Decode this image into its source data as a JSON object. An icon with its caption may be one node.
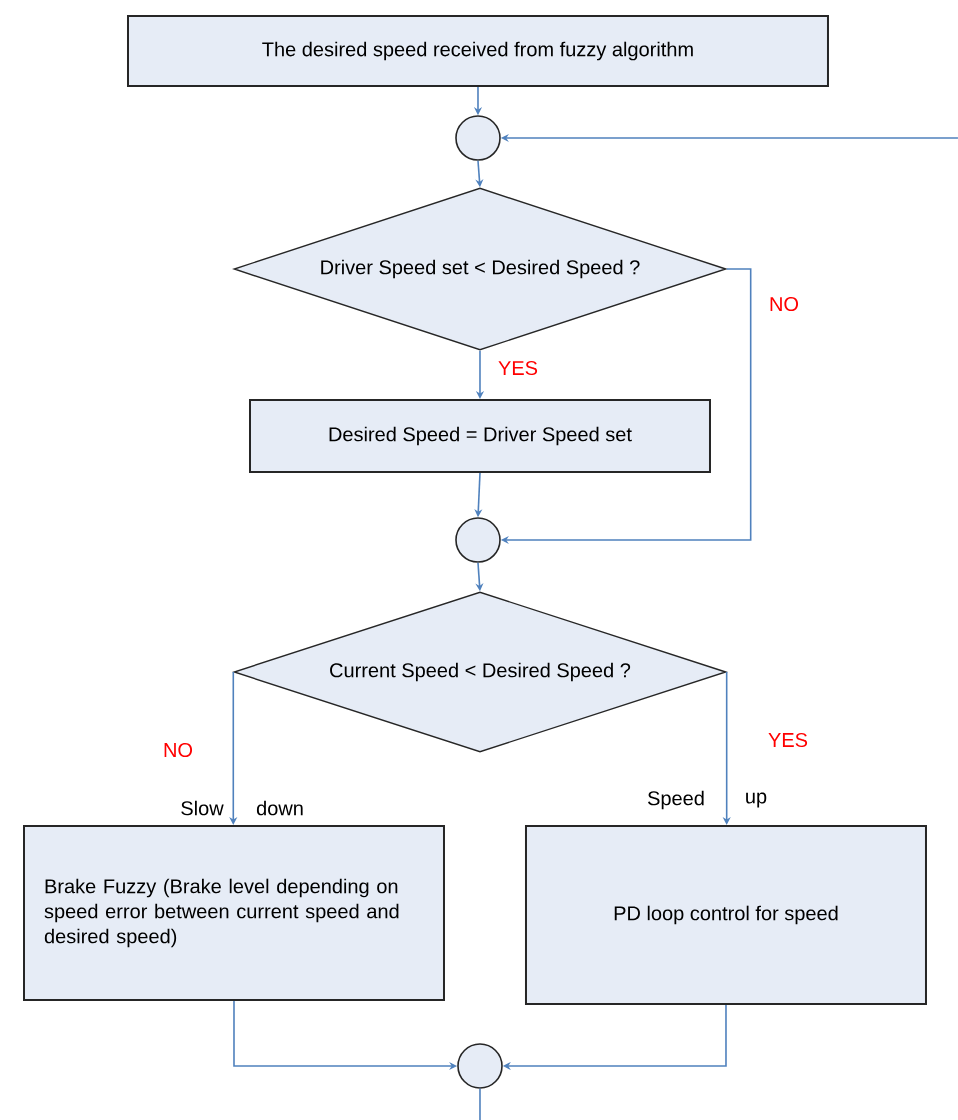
{
  "diagram": {
    "nodes": [
      {
        "text": [
          "The desired speed received from fuzzy algorithm"
        ]
      },
      {
        "text": [],
        "shape": "circle"
      },
      {
        "text": [
          "Driver Speed set < Desired Speed ?"
        ]
      },
      {
        "text": [
          "Desired Speed = Driver Speed set"
        ]
      },
      {
        "text": [],
        "shape": "circle"
      },
      {
        "text": [
          "Current Speed < Desired Speed ?"
        ]
      },
      {
        "text": [
          "Brake Fuzzy (Brake level depending on speed error between current speed and desired speed)"
        ]
      },
      {
        "text": [
          "PD loop control for speed"
        ]
      },
      {
        "text": [],
        "shape": "circle"
      }
    ],
    "edges": [
      {
        "from": 0,
        "to": 1,
        "arrow": "to"
      },
      {
        "from": 1,
        "to": 2,
        "arrow": "to"
      },
      {
        "from": 2,
        "to": 3,
        "arrow": "to",
        "label": "YES"
      },
      {
        "from": 3,
        "to": 4,
        "arrow": "to"
      },
      {
        "from": 2,
        "to": 4,
        "arrow": "to",
        "label": "NO"
      },
      {
        "from": 4,
        "to": 5,
        "arrow": "to"
      },
      {
        "from": 5,
        "to": 6,
        "arrow": "to",
        "label": "NO"
      },
      {
        "from": 5,
        "to": 7,
        "arrow": "to",
        "label": "YES"
      },
      {
        "from": 6,
        "to": 8,
        "arrow": "to"
      },
      {
        "from": 7,
        "to": 8,
        "arrow": "to"
      },
      {
        "from": 8,
        "to": null,
        "arrow": "none"
      },
      {
        "from": null,
        "to": 1,
        "arrow": "to"
      }
    ],
    "labels": [
      "Slow",
      "down",
      "Speed",
      "up"
    ]
  }
}
